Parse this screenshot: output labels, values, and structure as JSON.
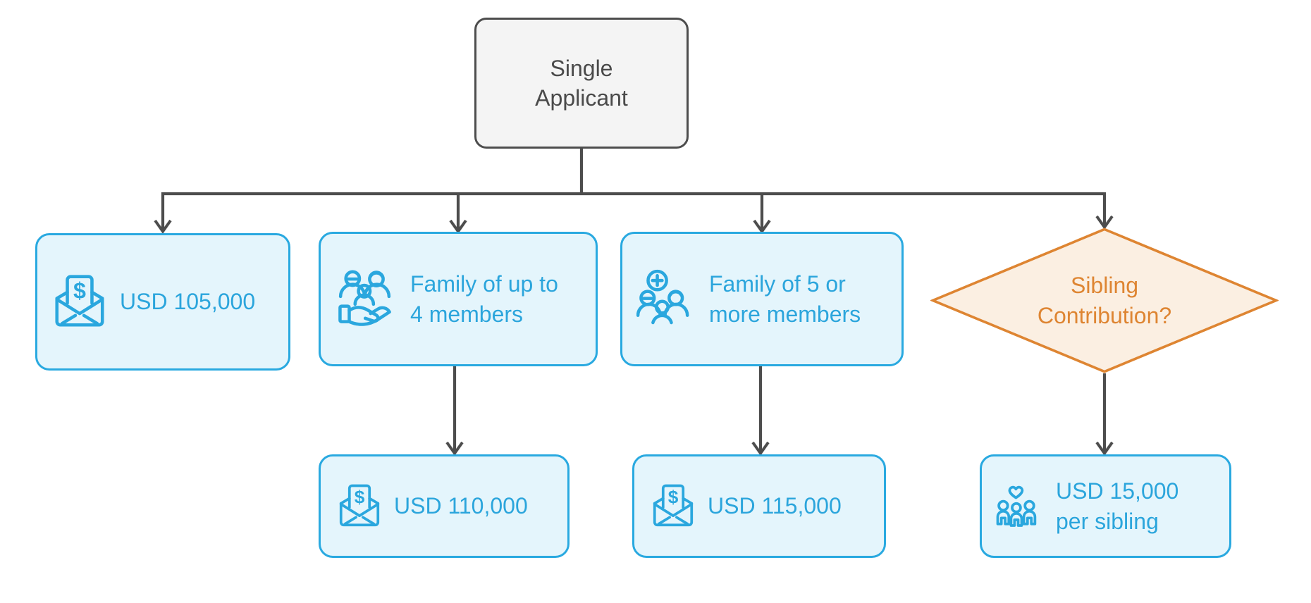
{
  "diagram": {
    "type": "flowchart",
    "background": "#FFFFFF",
    "nodes": {
      "root": {
        "id": "single-applicant",
        "label": "Single Applicant",
        "shape": "rounded-rectangle",
        "theme": "gray"
      },
      "usd105": {
        "id": "usd-105000",
        "label": "USD 105,000",
        "shape": "rounded-rectangle",
        "theme": "blue",
        "icon": "money-envelope-icon"
      },
      "family4": {
        "id": "family-up-to-4",
        "label": "Family of up to 4 members",
        "shape": "rounded-rectangle",
        "theme": "blue",
        "icon": "family-care-icon"
      },
      "family5": {
        "id": "family-5-or-more",
        "label": "Family of 5 or more members",
        "shape": "rounded-rectangle",
        "theme": "blue",
        "icon": "family-plus-icon"
      },
      "sibling": {
        "id": "sibling-contribution",
        "label": "Sibling Contribution?",
        "shape": "diamond",
        "theme": "orange"
      },
      "usd110": {
        "id": "usd-110000",
        "label": "USD 110,000",
        "shape": "rounded-rectangle",
        "theme": "blue",
        "icon": "money-envelope-icon"
      },
      "usd115": {
        "id": "usd-115000",
        "label": "USD 115,000",
        "shape": "rounded-rectangle",
        "theme": "blue",
        "icon": "money-envelope-icon"
      },
      "usd15k": {
        "id": "usd-15000-per-sibling",
        "label": "USD 15,000 per sibling",
        "shape": "rounded-rectangle",
        "theme": "blue",
        "icon": "family-heart-icon"
      }
    },
    "edges": [
      {
        "from": "single-applicant",
        "to": "usd-105000"
      },
      {
        "from": "single-applicant",
        "to": "family-up-to-4"
      },
      {
        "from": "single-applicant",
        "to": "family-5-or-more"
      },
      {
        "from": "single-applicant",
        "to": "sibling-contribution"
      },
      {
        "from": "family-up-to-4",
        "to": "usd-110000"
      },
      {
        "from": "family-5-or-more",
        "to": "usd-115000"
      },
      {
        "from": "sibling-contribution",
        "to": "usd-15000-per-sibling"
      }
    ],
    "icon_dollar_glyph": "$",
    "colors": {
      "blue_border": "#29A9E0",
      "blue_fill": "#E4F5FC",
      "blue_text": "#2BA5DC",
      "orange_border": "#DE8532",
      "orange_fill": "#FBEFE2",
      "orange_text": "#DE8532",
      "gray_border": "#4D4D4D",
      "gray_fill": "#F4F4F4",
      "gray_text": "#4A4A4A",
      "connector": "#4D4D4D"
    }
  }
}
